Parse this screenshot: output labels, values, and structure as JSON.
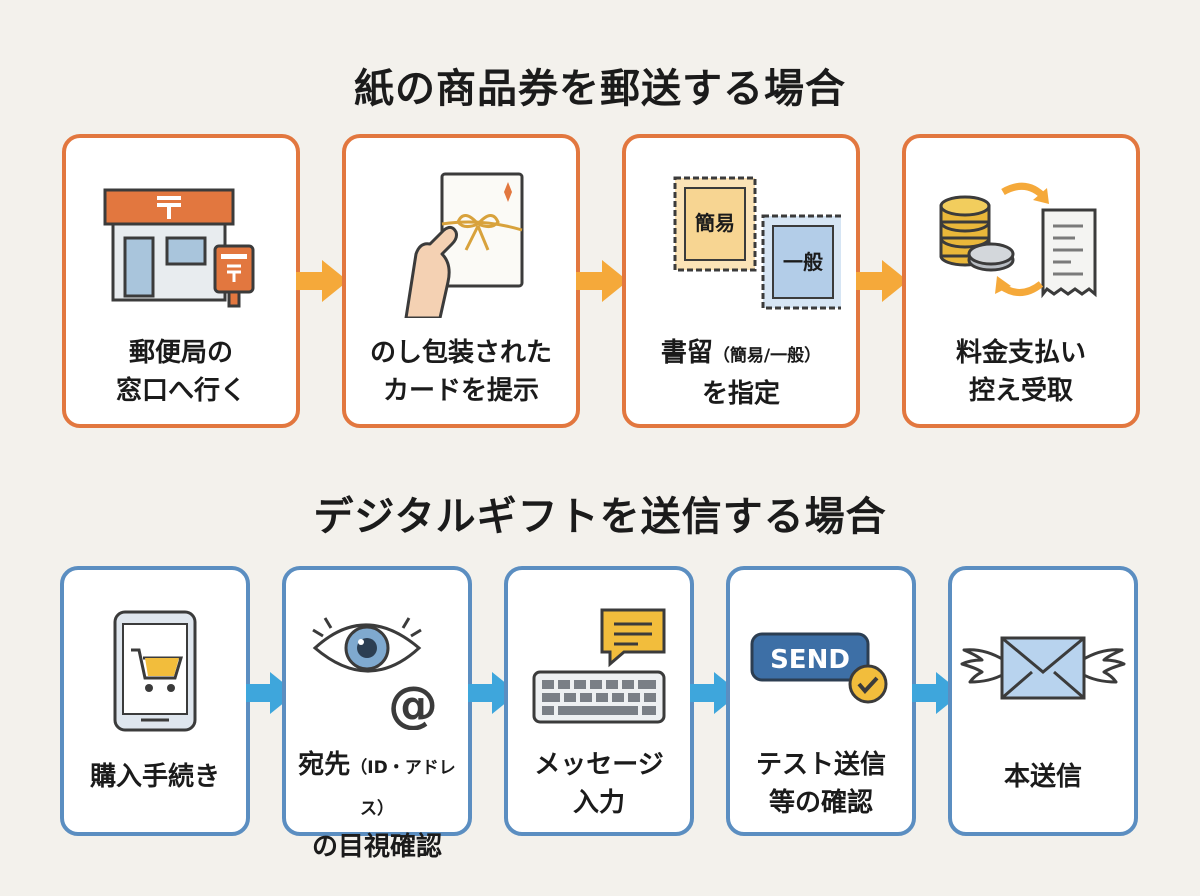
{
  "sections": [
    {
      "title": "紙の商品券を郵送する場合",
      "accent": "#e2773f",
      "arrow_color": "#f5a93a",
      "steps": [
        {
          "icon": "post-office-icon",
          "line1": "郵便局の",
          "line2": "窓口へ行く"
        },
        {
          "icon": "noshi-card-icon",
          "line1": "のし包装された",
          "line2": "カードを提示"
        },
        {
          "icon": "stamps-icon",
          "line1": "書留",
          "paren": "（簡易/一般）",
          "line2": "を指定",
          "stamp_simple": "簡易",
          "stamp_general": "一般"
        },
        {
          "icon": "payment-receipt-icon",
          "line1": "料金支払い",
          "line2": "控え受取"
        }
      ]
    },
    {
      "title": "デジタルギフトを送信する場合",
      "accent": "#5b8ec1",
      "arrow_color": "#3ea6dc",
      "steps": [
        {
          "icon": "smartphone-cart-icon",
          "line1": "購入手続き",
          "line2": ""
        },
        {
          "icon": "eye-at-icon",
          "line1": "宛先",
          "paren": "（ID・アドレス）",
          "line2": "の目視確認",
          "at_symbol": "@"
        },
        {
          "icon": "keyboard-message-icon",
          "line1": "メッセージ",
          "line2": "入力"
        },
        {
          "icon": "send-check-icon",
          "line1": "テスト送信",
          "line2": "等の確認",
          "send_label": "SEND"
        },
        {
          "icon": "winged-envelope-icon",
          "line1": "本送信",
          "line2": ""
        }
      ]
    }
  ]
}
